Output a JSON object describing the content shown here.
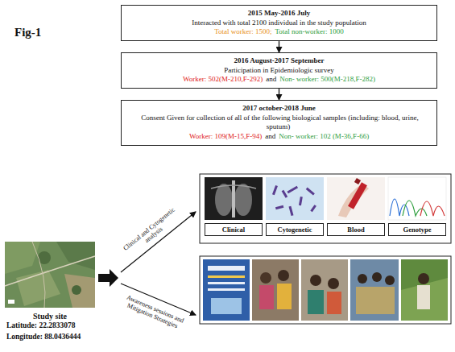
{
  "diagram": {
    "title": "Fig-1",
    "nodes": [
      {
        "text": [
          "2015 May-2016 July",
          "Interacted with total 2100 individual in the study population",
          "Total worker: 1500;",
          "Total non-worker: 1000"
        ]
      },
      {
        "text": [
          "2016 August-2017 September",
          "Participation in Epidemiologic survey",
          "Worker: 502(M-210,F-292)",
          "and",
          "Non- worker: 500(M-218,F-282)"
        ]
      },
      {
        "text": [
          "2017 october-2018 June",
          "Consent Given for collection of all of the following biological samples (including: blood, urine, sputum)",
          "Worker: 109(M-15,F-94)",
          "and",
          "Non- worker: 102 (M-36,F-66)"
        ]
      },
      {
        "text": [
          "Clinical"
        ]
      },
      {
        "text": [
          "Cytogenetic"
        ]
      },
      {
        "text": [
          "Blood"
        ]
      },
      {
        "text": [
          "Genotype"
        ]
      }
    ],
    "edges": [
      {
        "from": 0,
        "to": 1,
        "arrow": "to"
      },
      {
        "from": 1,
        "to": 2,
        "arrow": "to"
      }
    ],
    "labels": [
      "Clinical and Cytogenetic analysis",
      "Awareness sessions and Mitigation Strategies",
      "Study site",
      "Latitude: 22.2833078",
      "Longitude: 88.0436444"
    ]
  }
}
